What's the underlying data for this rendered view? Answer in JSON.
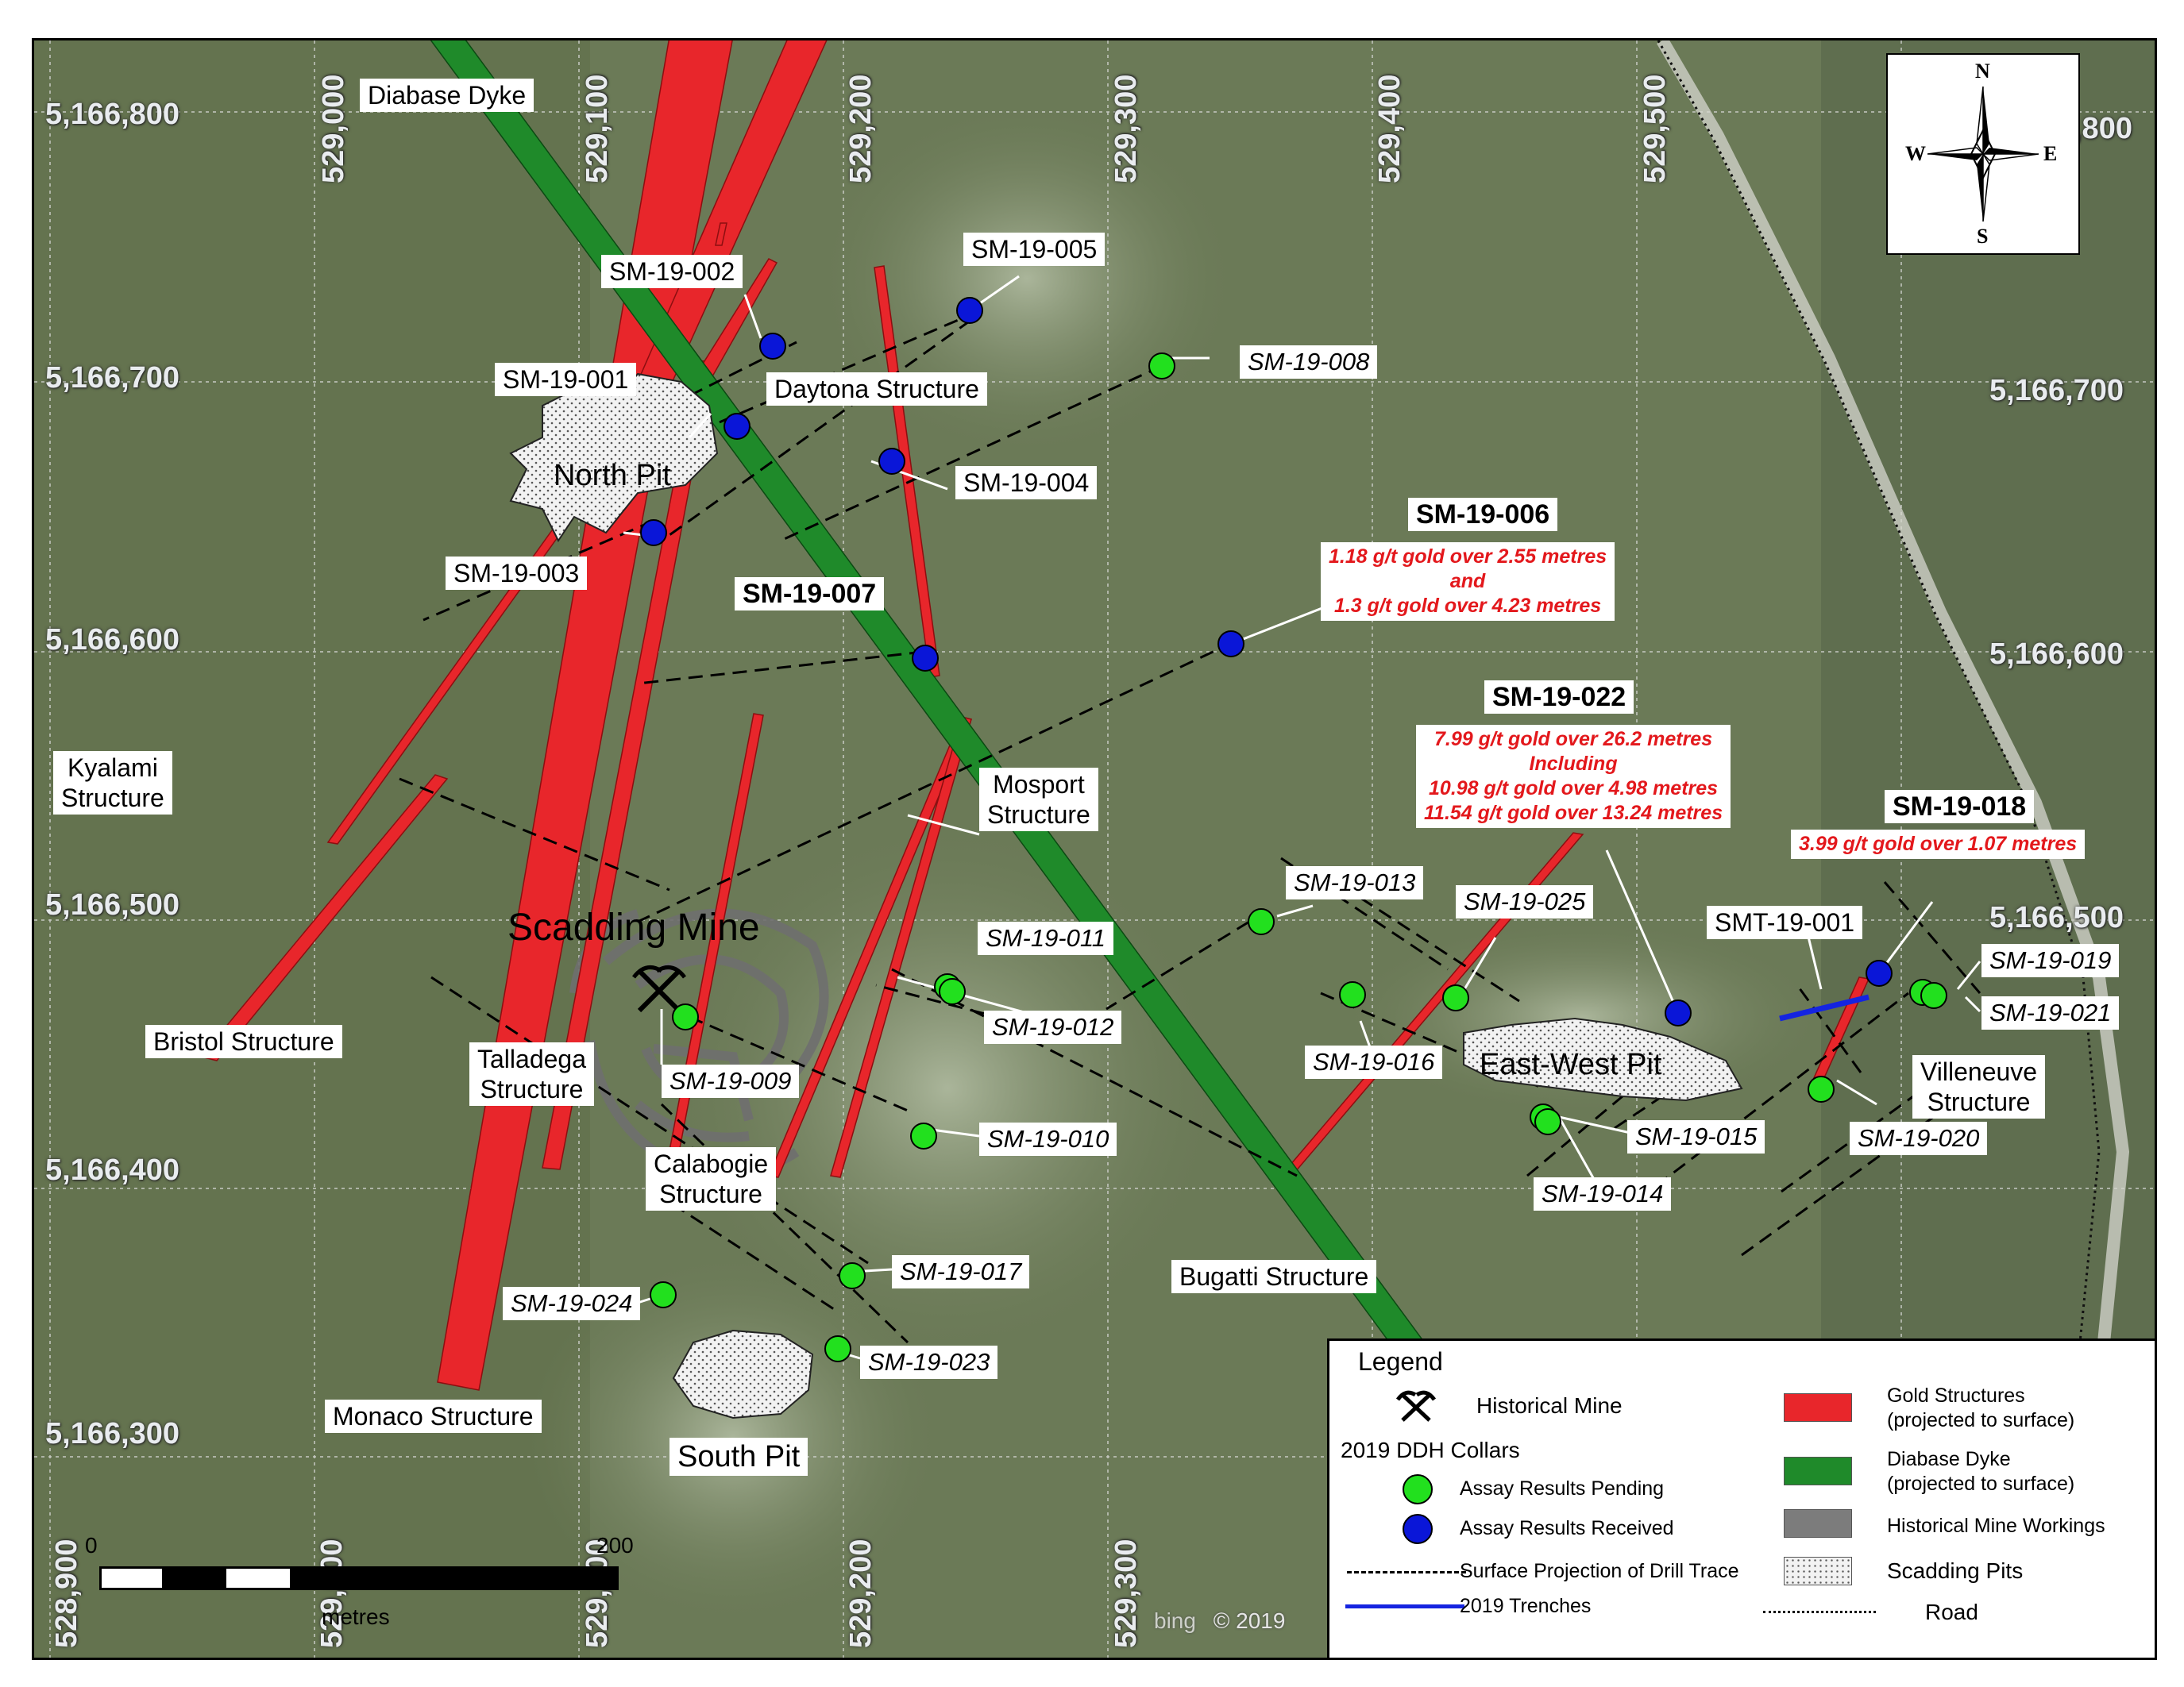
{
  "map": {
    "place_labels": {
      "diabase_dyke": "Diabase Dyke",
      "north_pit": "North Pit",
      "south_pit": "South Pit",
      "east_west_pit": "East-West Pit",
      "scadding_mine": "Scadding Mine"
    },
    "structures": {
      "daytona": "Daytona Structure",
      "kyalami": "Kyalami\nStructure",
      "mosport": "Mosport\nStructure",
      "bristol": "Bristol Structure",
      "talladega": "Talladega\nStructure",
      "calabogie": "Calabogie\nStructure",
      "bugatti": "Bugatti Structure",
      "monaco": "Monaco Structure",
      "villeneuve": "Villeneuve\nStructure"
    },
    "holes": {
      "sm001": "SM-19-001",
      "sm002": "SM-19-002",
      "sm003": "SM-19-003",
      "sm004": "SM-19-004",
      "sm005": "SM-19-005",
      "sm006": "SM-19-006",
      "sm007": "SM-19-007",
      "sm008": "SM-19-008",
      "sm009": "SM-19-009",
      "sm010": "SM-19-010",
      "sm011": "SM-19-011",
      "sm012": "SM-19-012",
      "sm013": "SM-19-013",
      "sm014": "SM-19-014",
      "sm015": "SM-19-015",
      "sm016": "SM-19-016",
      "sm017": "SM-19-017",
      "sm018": "SM-19-018",
      "sm019": "SM-19-019",
      "sm020": "SM-19-020",
      "sm021": "SM-19-021",
      "sm022": "SM-19-022",
      "sm023": "SM-19-023",
      "sm024": "SM-19-024",
      "sm025": "SM-19-025",
      "smt001": "SMT-19-001"
    },
    "results": {
      "sm006": "1.18 g/t gold over 2.55 metres\nand\n1.3 g/t gold over 4.23 metres",
      "sm022": "7.99 g/t gold over 26.2 metres\nIncluding\n10.98 g/t gold over 4.98 metres\n11.54 g/t gold over 13.24 metres",
      "sm018": "3.99 g/t gold over 1.07 metres"
    },
    "grid": {
      "northings_left": [
        "5,166,800",
        "5,166,700",
        "5,166,600",
        "5,166,500",
        "5,166,400",
        "5,166,300"
      ],
      "northings_right": [
        ",800",
        "5,166,700",
        "5,166,600",
        "5,166,500"
      ],
      "eastings_top": [
        "529,000",
        "529,100",
        "529,200",
        "529,300",
        "529,400",
        "529,500"
      ],
      "eastings_bottom": [
        "528,900",
        "529,000",
        "529,100",
        "529,200",
        "529,300"
      ]
    },
    "compass": {
      "n": "N",
      "s": "S",
      "e": "E",
      "w": "W"
    },
    "scale": {
      "zero": "0",
      "max": "200",
      "unit": "metres"
    },
    "credit": "© 2019",
    "bing": "bing"
  },
  "legend": {
    "title": "Legend",
    "historical_mine": "Historical Mine",
    "collars_title": "2019 DDH Collars",
    "pending": "Assay Results Pending",
    "received": "Assay Results Received",
    "drill_trace": "Surface Projection of Drill Trace",
    "trenches": "2019 Trenches",
    "gold_structures": "Gold Structures\n(projected to surface)",
    "diabase_dyke": "Diabase Dyke\n(projected to surface)",
    "mine_workings": "Historical Mine Workings",
    "scadding_pits": "Scadding Pits",
    "road": "Road"
  },
  "colors": {
    "gold_structure": "#e8262b",
    "diabase_dyke": "#1f8a2a",
    "pending_collar": "#22e01e",
    "received_collar": "#0a16d8",
    "trench": "#1524e0",
    "result_text": "#e3181c",
    "mine_workings": "#7c7c7c"
  }
}
